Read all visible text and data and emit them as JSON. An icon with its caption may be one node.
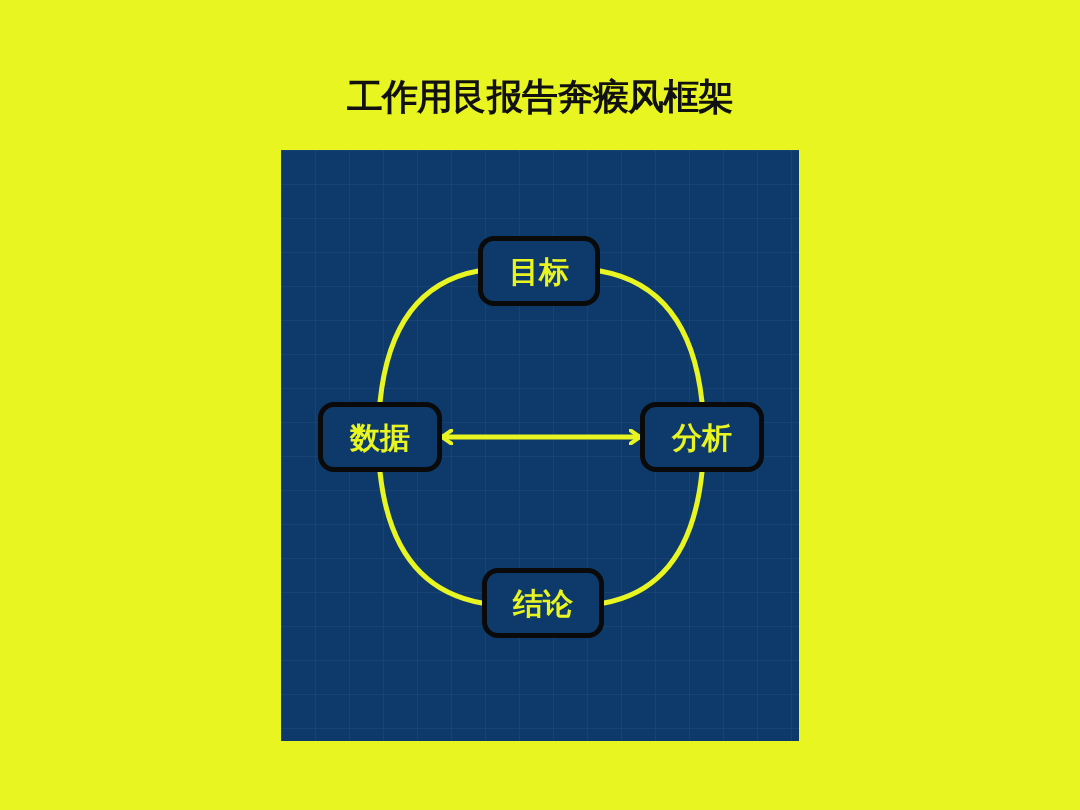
{
  "diagram": {
    "title": "工作用艮报告奔瘊风框架",
    "nodes": [
      {
        "text": [
          "目标"
        ]
      },
      {
        "text": [
          "数据"
        ]
      },
      {
        "text": [
          "分析"
        ]
      },
      {
        "text": [
          "结论"
        ]
      }
    ],
    "edges": [
      {
        "from": 0,
        "to": 1,
        "arrow": "none"
      },
      {
        "from": 0,
        "to": 2,
        "arrow": "none"
      },
      {
        "from": 1,
        "to": 3,
        "arrow": "none"
      },
      {
        "from": 2,
        "to": 3,
        "arrow": "none"
      },
      {
        "from": 1,
        "to": 2,
        "arrow": "both"
      }
    ]
  }
}
